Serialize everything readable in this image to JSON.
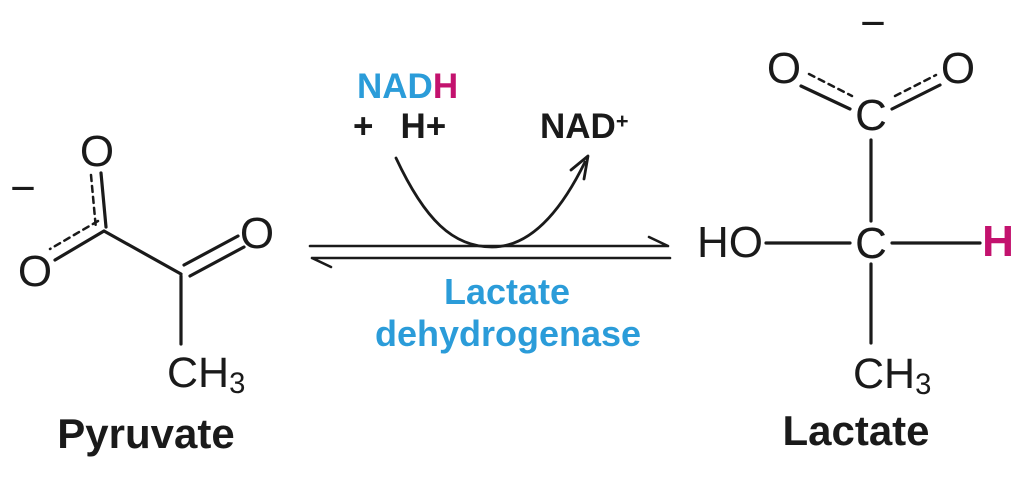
{
  "colors": {
    "ink": "#1a1a1a",
    "blue": "#2b9cd9",
    "magenta": "#c3126e",
    "background": "#ffffff"
  },
  "pyruvate": {
    "name": "Pyruvate",
    "charge": "−",
    "atoms": {
      "o_top": "O",
      "o_left": "O",
      "o_keto": "O",
      "methyl": "CH",
      "methyl_sub": "3"
    }
  },
  "cofactors": {
    "nadh": {
      "nad": "NAD",
      "h": "H"
    },
    "plus_sign": "+",
    "proton": {
      "base": "H",
      "sup": "+"
    },
    "nad_plus": {
      "base": "NAD",
      "sup": "+"
    }
  },
  "enzyme": {
    "line1": "Lactate",
    "line2": "dehydrogenase"
  },
  "lactate": {
    "name": "Lactate",
    "charge": "−",
    "atoms": {
      "o_left": "O",
      "o_right": "O",
      "carboxyl_c": "C",
      "hydroxyl": "HO",
      "alpha_c": "C",
      "hydride": "H",
      "methyl": "CH",
      "methyl_sub": "3"
    }
  }
}
